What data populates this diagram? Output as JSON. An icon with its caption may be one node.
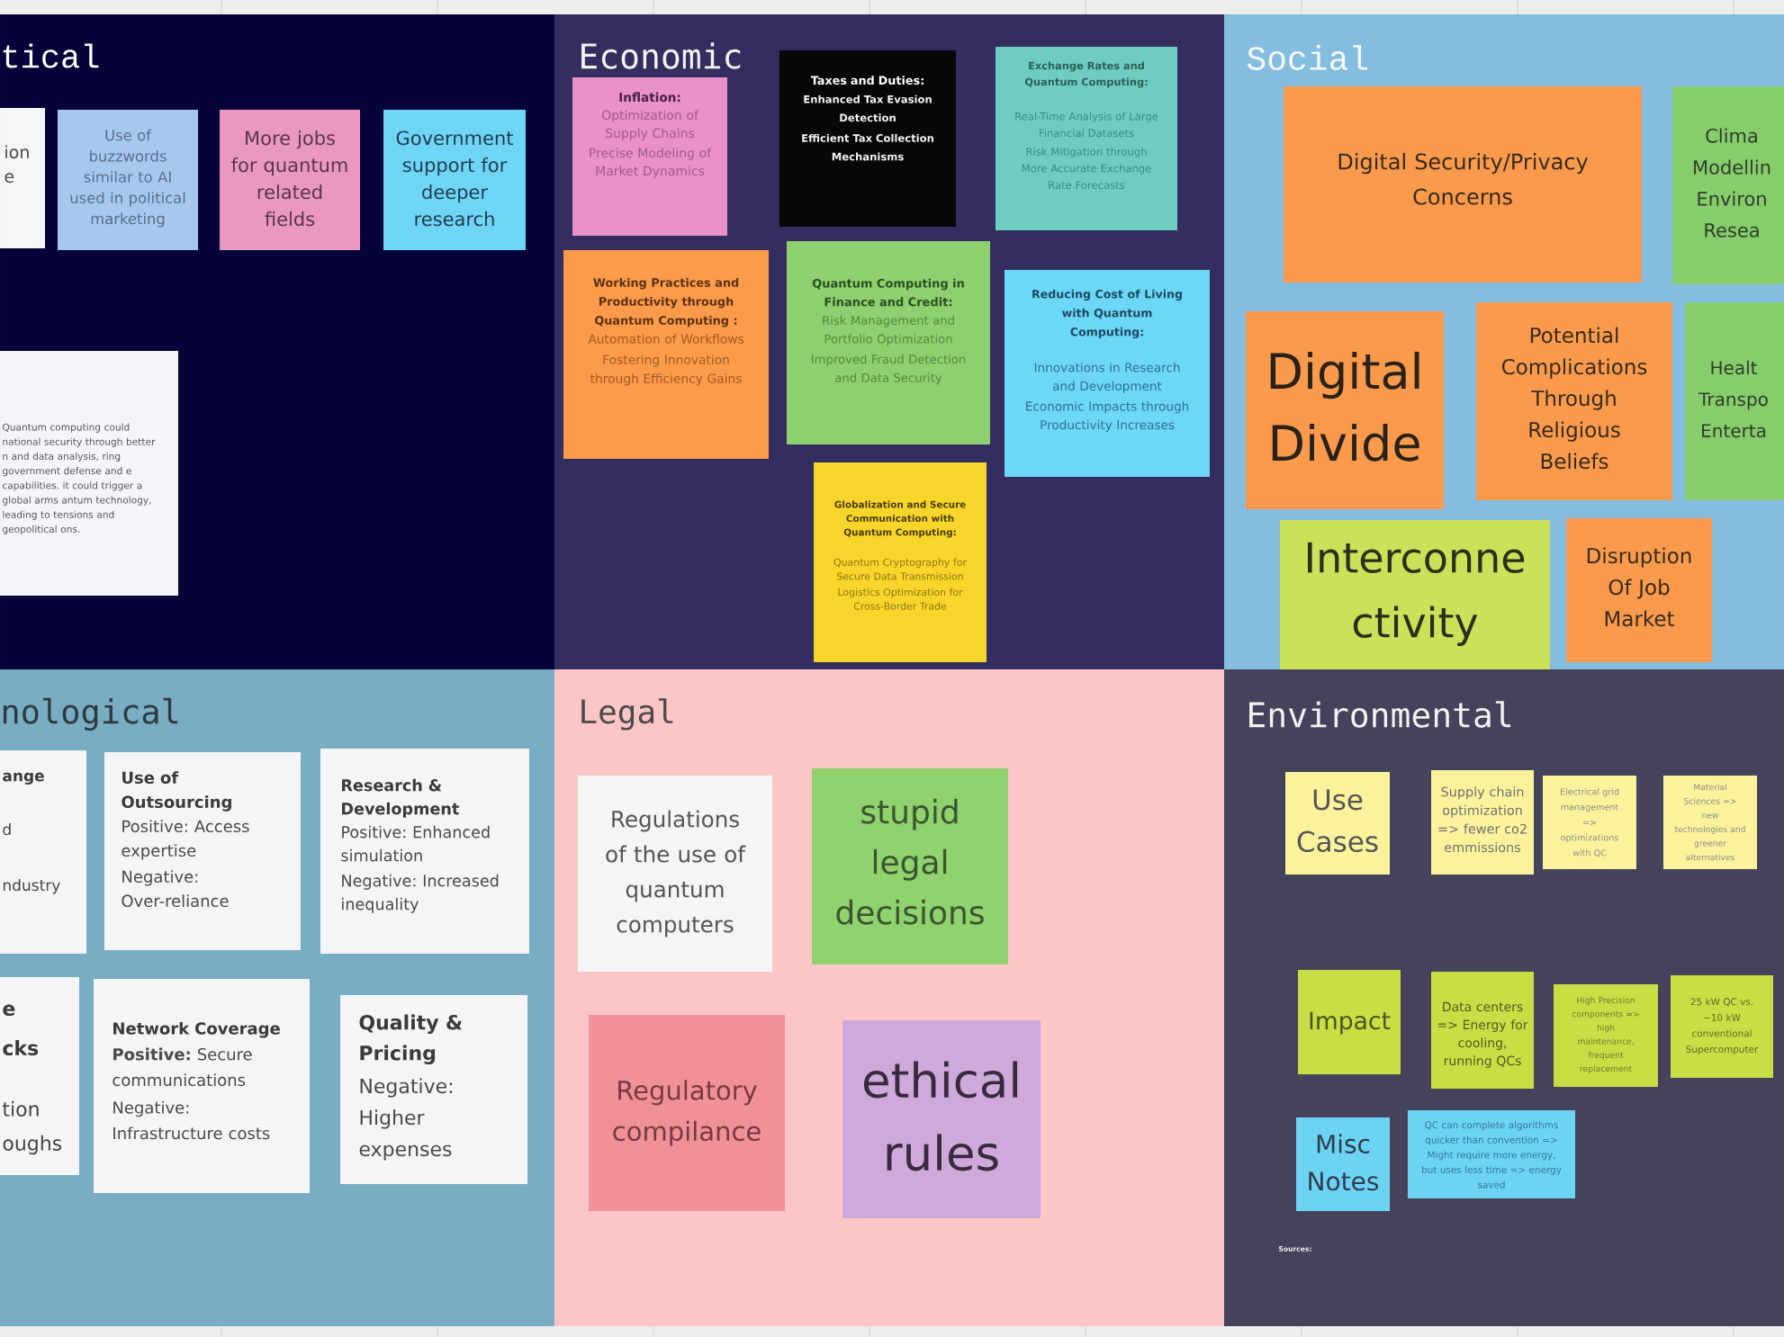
{
  "diagram": {
    "nodes": [
      {
        "text": [
          "tical"
        ]
      },
      {
        "text": [
          "ion e"
        ],
        "in": 0
      },
      {
        "text": [
          "Use of buzzwords similar to AI used in political marketing"
        ],
        "in": 0
      },
      {
        "text": [
          "More jobs for quantum related fields"
        ],
        "in": 0
      },
      {
        "text": [
          "Government support for deeper research"
        ],
        "in": 0
      },
      {
        "text": [
          "Quantum computing could national security through better n and data analysis, ring government defense and e capabilities. it could trigger a global arms antum technology, leading to tensions and geopolitical ons."
        ],
        "in": 0
      },
      {
        "text": [
          "Economic"
        ]
      },
      {
        "text": [
          "Inflation:",
          "Optimization of Supply Chains",
          "Precise Modeling of Market Dynamics"
        ],
        "in": 6
      },
      {
        "text": [
          "Taxes and Duties:",
          "Enhanced Tax Evasion Detection",
          "Efficient Tax Collection Mechanisms"
        ],
        "in": 6
      },
      {
        "text": [
          "Exchange Rates and Quantum Computing:",
          "Real-Time Analysis of Large Financial Datasets",
          "Risk Mitigation through More Accurate Exchange Rate Forecasts"
        ],
        "in": 6
      },
      {
        "text": [
          "Working Practices and Productivity through Quantum Computing :",
          "Automation of Workflows",
          "Fostering Innovation through Efficiency Gains"
        ],
        "in": 6
      },
      {
        "text": [
          "Quantum Computing in Finance and Credit:",
          "Risk Management and Portfolio Optimization",
          "Improved Fraud Detection and Data Security"
        ],
        "in": 6
      },
      {
        "text": [
          "Reducing Cost of Living with Quantum Computing:",
          "Innovations in Research and Development",
          "Economic Impacts through Productivity Increases"
        ],
        "in": 6
      },
      {
        "text": [
          "Globalization and Secure Communication with Quantum Computing:",
          "Quantum Cryptography for Secure Data Transmission",
          "Logistics Optimization for Cross-Border Trade"
        ],
        "in": 6
      },
      {
        "text": [
          "Social"
        ]
      },
      {
        "text": [
          "Digital Security/Privacy Concerns"
        ],
        "in": 14
      },
      {
        "text": [
          "Clima Modellin Environ Resea"
        ],
        "in": 14
      },
      {
        "text": [
          "Digital Divide"
        ],
        "in": 14
      },
      {
        "text": [
          "Potential Complications Through Religious Beliefs"
        ],
        "in": 14
      },
      {
        "text": [
          "Healt Transpo Enterta"
        ],
        "in": 14
      },
      {
        "text": [
          "Interconne ctivity"
        ],
        "in": 14
      },
      {
        "text": [
          "Disruption Of Job Market"
        ],
        "in": 14
      },
      {
        "text": [
          "nological"
        ]
      },
      {
        "text": [
          "ange",
          "d",
          "ndustry"
        ],
        "in": 22
      },
      {
        "text": [
          "Use of Outsourcing",
          "Positive: Access expertise",
          "Negative: Over-reliance"
        ],
        "in": 22
      },
      {
        "text": [
          "Research & Development",
          "Positive: Enhanced simulation",
          "Negative: Increased inequality"
        ],
        "in": 22
      },
      {
        "text": [
          "e cks",
          "tion oughs"
        ],
        "in": 22
      },
      {
        "text": [
          "Network Coverage",
          "**Positive:** Secure communications",
          "Negative: Infrastructure costs"
        ],
        "in": 22
      },
      {
        "text": [
          "Quality & Pricing",
          "Negative: Higher expenses"
        ],
        "in": 22
      },
      {
        "text": [
          "Legal"
        ]
      },
      {
        "text": [
          "Regulations of the use of quantum computers"
        ],
        "in": 29
      },
      {
        "text": [
          "stupid legal decisions"
        ],
        "in": 29
      },
      {
        "text": [
          "Regulatory compilance"
        ],
        "in": 29
      },
      {
        "text": [
          "ethical rules"
        ],
        "in": 29
      },
      {
        "text": [
          "Environmental"
        ]
      },
      {
        "text": [
          "Use Cases"
        ],
        "in": 34
      },
      {
        "text": [
          "Supply chain optimization => fewer co2 emmissions"
        ],
        "in": 34
      },
      {
        "text": [
          "Electrical grid management => optimizations with QC"
        ],
        "in": 34
      },
      {
        "text": [
          "Material Sciences => new technologies and greener alternatives"
        ],
        "in": 34
      },
      {
        "text": [
          "Impact"
        ],
        "in": 34
      },
      {
        "text": [
          "Data centers => Energy for cooling, running QCs"
        ],
        "in": 34
      },
      {
        "text": [
          "High Precision components => high maintenance, frequent replacement"
        ],
        "in": 34
      },
      {
        "text": [
          "25 kW QC vs. ~10 kW conventional Supercomputer"
        ],
        "in": 34
      },
      {
        "text": [
          "Misc Notes"
        ],
        "in": 34
      },
      {
        "text": [
          "QC can complete algorithms quicker than convention => Might require more energy, but uses less time => energy saved"
        ],
        "in": 34
      }
    ],
    "labels": [
      "Sources:"
    ]
  }
}
